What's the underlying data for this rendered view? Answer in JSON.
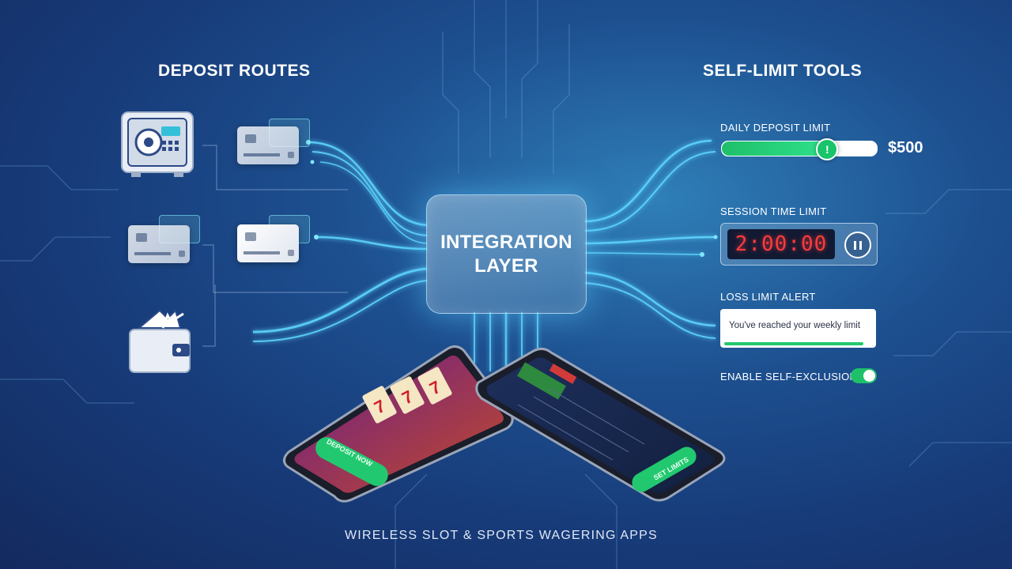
{
  "deposit_routes": {
    "title": "DEPOSIT ROUTES",
    "items": [
      "safe-icon",
      "card-icon",
      "card-icon",
      "card-icon",
      "wallet-icon"
    ]
  },
  "integration_layer": {
    "label": "INTEGRATION\nLAYER"
  },
  "self_limit_tools": {
    "title": "SELF-LIMIT TOOLS",
    "daily_deposit": {
      "label": "DAILY DEPOSIT LIMIT",
      "value": "$500",
      "level": 0.67
    },
    "session_time": {
      "label": "SESSION TIME LIMIT",
      "timer": "2:00:00"
    },
    "loss_alert": {
      "label": "LOSS LIMIT ALERT",
      "message": "You've reached your weekly limit"
    },
    "self_exclusion": {
      "label": "ENABLE SELF-EXCLUSION",
      "enabled": true
    }
  },
  "phones": {
    "left_button": "DEPOSIT NOW",
    "right_button": "SET LIMITS"
  },
  "footer": {
    "caption": "WIRELESS SLOT & SPORTS WAGERING APPS"
  },
  "colors": {
    "accent_glow": "#5fd8ff",
    "success_green": "#1fc06a",
    "timer_red": "#ff3b3b"
  }
}
